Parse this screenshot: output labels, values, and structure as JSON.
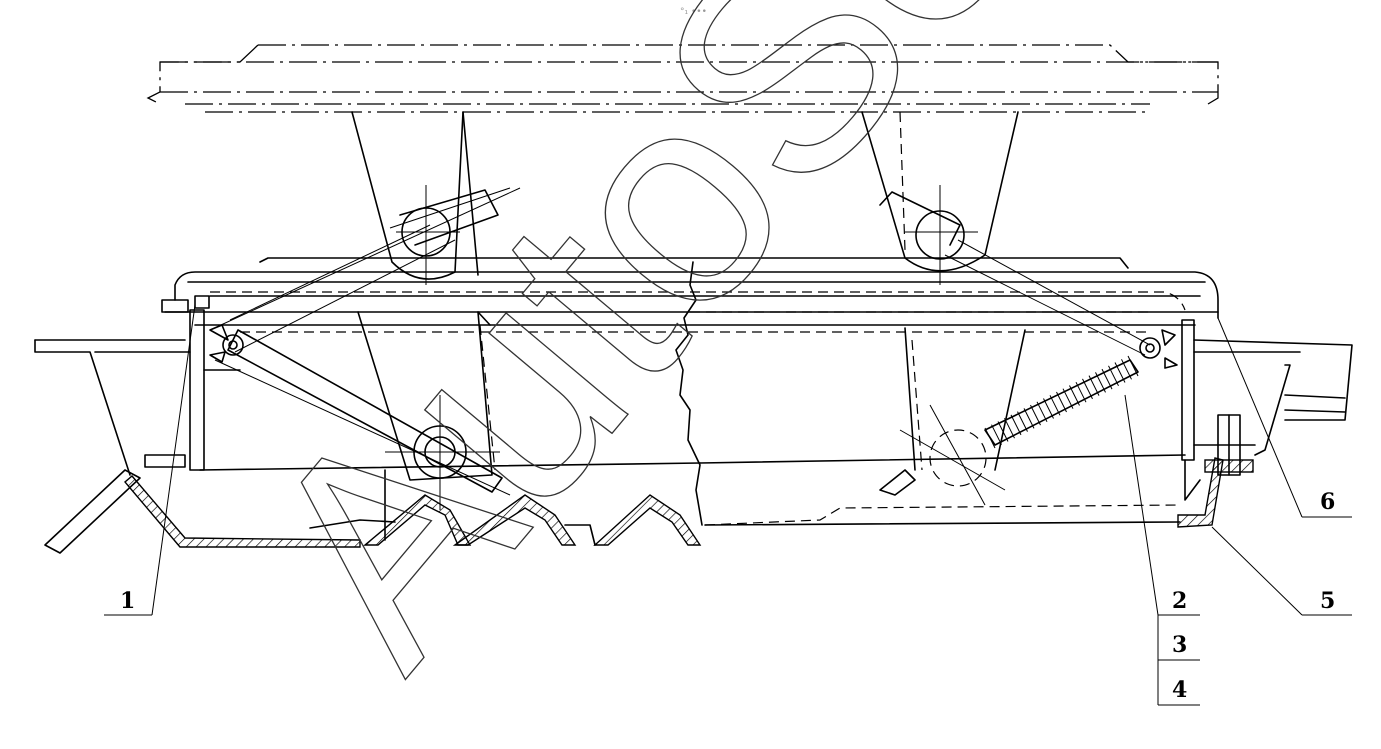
{
  "watermark": "AutoSoft",
  "top_mark": "°₁ •••",
  "callouts": [
    {
      "id": "1",
      "text": "1"
    },
    {
      "id": "2",
      "text": "2"
    },
    {
      "id": "3",
      "text": "3"
    },
    {
      "id": "4",
      "text": "4"
    },
    {
      "id": "5",
      "text": "5"
    },
    {
      "id": "6",
      "text": "6"
    }
  ]
}
